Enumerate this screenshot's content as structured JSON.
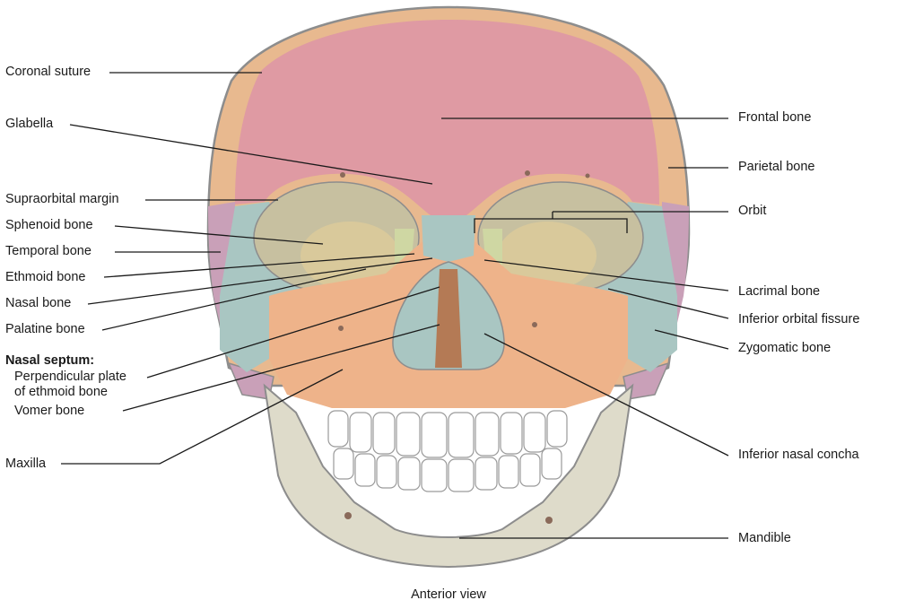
{
  "colors": {
    "frontal": "#df9aa3",
    "parietal": "#e8b98f",
    "sphenoid": "#d9c99b",
    "temporal": "#c9a0b8",
    "zygomatic": "#a9c6c2",
    "nasal": "#a9c6c2",
    "maxilla": "#eeb38a",
    "mandible": "#dedbca",
    "lacrimal": "#cfd7a3",
    "orbit": "#b8b898",
    "teeth": "#ffffff",
    "outline": "#8d8d8d"
  },
  "labels": {
    "coronal_suture": "Coronal suture",
    "glabella": "Glabella",
    "supraorbital_margin": "Supraorbital margin",
    "sphenoid_bone": "Sphenoid bone",
    "temporal_bone": "Temporal bone",
    "ethmoid_bone": "Ethmoid bone",
    "nasal_bone": "Nasal bone",
    "palatine_bone": "Palatine bone",
    "nasal_septum": "Nasal septum:",
    "perpendicular_plate_1": "Perpendicular plate",
    "perpendicular_plate_2": "of ethmoid bone",
    "vomer_bone": "Vomer bone",
    "maxilla": "Maxilla",
    "frontal_bone": "Frontal bone",
    "parietal_bone": "Parietal bone",
    "orbit": "Orbit",
    "lacrimal_bone": "Lacrimal bone",
    "inferior_orbital_fissure": "Inferior orbital fissure",
    "zygomatic_bone": "Zygomatic bone",
    "inferior_nasal_concha": "Inferior nasal concha",
    "mandible": "Mandible"
  },
  "caption": "Anterior view"
}
